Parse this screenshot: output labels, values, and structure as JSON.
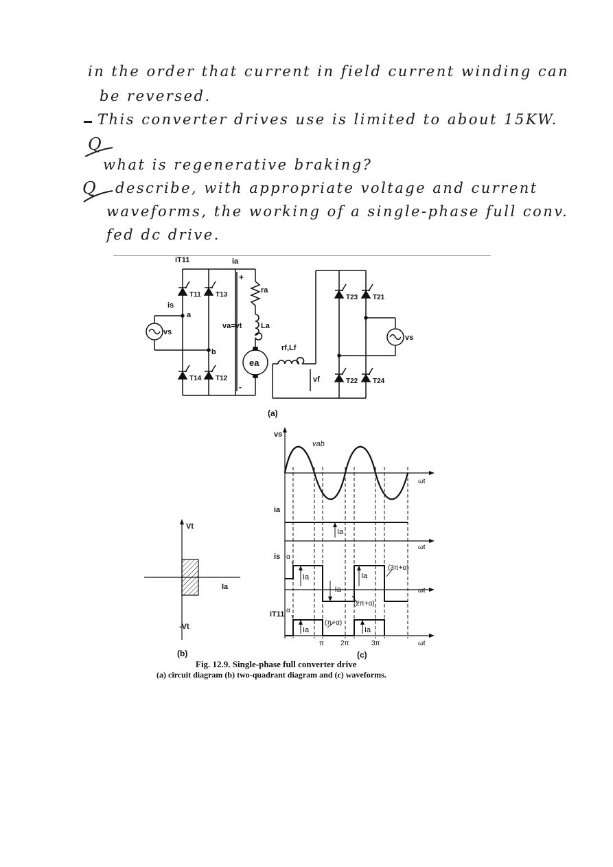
{
  "notes": {
    "line1": "in the order that current in field current winding can",
    "line2": "be reversed.",
    "line3": "This converter drives use is limited to about 15KW.",
    "q1_marker": "Q",
    "q1_text": "what is regenerative braking?",
    "q2_marker": "Q",
    "q2_line1": "describe, with appropriate voltage and current",
    "q2_line2": "waveforms, the working of a single-phase full conv.",
    "q2_line3": "fed dc drive."
  },
  "circuit": {
    "thyristors": [
      "T11",
      "T13",
      "T14",
      "T12",
      "T23",
      "T21",
      "T22",
      "T24"
    ],
    "node_a": "a",
    "node_b": "b",
    "current_T11": "iT11",
    "current_a": "ia",
    "current_s": "is",
    "source_left": "vs",
    "source_right": "vs",
    "armature_voltage": "va=vt",
    "plus": "+",
    "minus": "-",
    "ra": "ra",
    "la": "La",
    "ea": "ea",
    "field_rl": "rf,Lf",
    "field_voltage": "vf",
    "label": "(a)"
  },
  "quadrant": {
    "y_pos": "Vt",
    "y_neg": "-Vt",
    "x_pos": "Ia",
    "label": "(b)"
  },
  "waveforms": {
    "vs_label": "vs",
    "vab_label": "vab",
    "ia_label": "ia",
    "is_label": "is",
    "it11_label": "iT11",
    "wt": "ωt",
    "Ia": "Ia",
    "neg_Ia": "-Ia",
    "alpha": "α",
    "ann_3pi_alpha": "(3π+α)",
    "ann_2pi_alpha": "(2π+α)",
    "ann_pi_alpha": "(π+α)",
    "tick_pi": "π",
    "tick_2pi": "2π",
    "tick_3pi": "3π",
    "label": "(c)"
  },
  "caption": {
    "line1": "Fig. 12.9. Single-phase full converter drive",
    "line2": "(a) circuit diagram (b) two-quadrant diagram and (c) waveforms."
  }
}
